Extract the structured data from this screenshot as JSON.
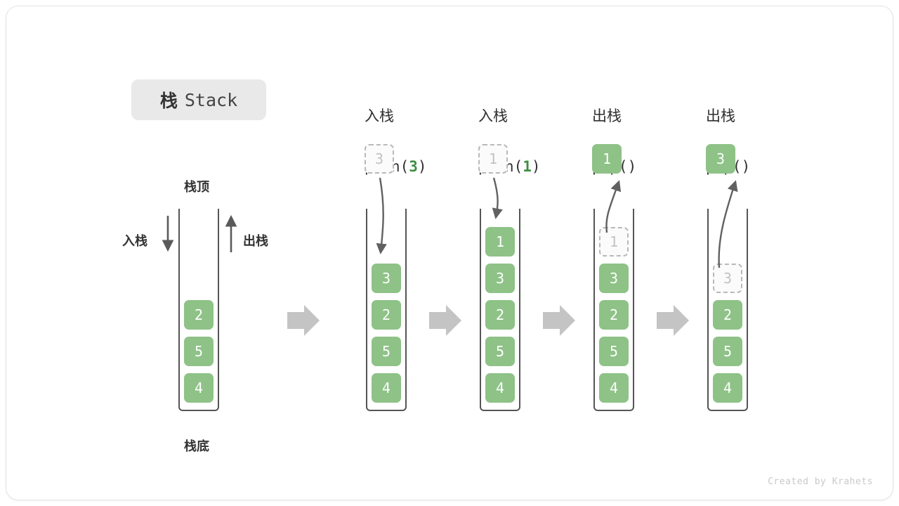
{
  "title": {
    "zh": "栈",
    "en": "Stack"
  },
  "labels": {
    "top": "栈顶",
    "bottom": "栈底",
    "push_side": "入栈",
    "pop_side": "出栈"
  },
  "colors": {
    "block_green": "#8ec287",
    "accent_green": "#3f8f43",
    "ghost_border": "#b9b9b9",
    "ghost_text": "#c2c2c2",
    "container_border": "#555555",
    "badge_bg": "#e9e9e9",
    "flow_arrow": "#c4c4c4",
    "curve_arrow": "#616161",
    "card_border": "#e4e4e4"
  },
  "columns": [
    {
      "id": "initial",
      "head_op": "",
      "head_code": "",
      "code_prefix": "",
      "code_arg": "",
      "code_suffix": "",
      "floating": null,
      "stack": [
        "2",
        "5",
        "4"
      ]
    },
    {
      "id": "push-3",
      "head_op": "入栈",
      "head_code": "push(3)",
      "code_prefix": "push(",
      "code_arg": "3",
      "code_suffix": ")",
      "floating": {
        "value": "3",
        "state": "ghost",
        "direction": "down"
      },
      "stack": [
        "3",
        "2",
        "5",
        "4"
      ]
    },
    {
      "id": "push-1",
      "head_op": "入栈",
      "head_code": "push(1)",
      "code_prefix": "push(",
      "code_arg": "1",
      "code_suffix": ")",
      "floating": {
        "value": "1",
        "state": "ghost",
        "direction": "down"
      },
      "stack": [
        "1",
        "3",
        "2",
        "5",
        "4"
      ]
    },
    {
      "id": "pop-1",
      "head_op": "出栈",
      "head_code": "pop()",
      "code_prefix": "pop(",
      "code_arg": "",
      "code_suffix": ")",
      "floating": {
        "value": "1",
        "state": "solid",
        "direction": "up"
      },
      "stack": [
        "1",
        "3",
        "2",
        "5",
        "4"
      ],
      "ghost_index": 0
    },
    {
      "id": "pop-3",
      "head_op": "出栈",
      "head_code": "pop()",
      "code_prefix": "pop(",
      "code_arg": "",
      "code_suffix": ")",
      "floating": {
        "value": "3",
        "state": "solid",
        "direction": "up"
      },
      "stack": [
        "3",
        "2",
        "5",
        "4"
      ],
      "ghost_index": 0
    }
  ],
  "footer": "Created by Krahets"
}
